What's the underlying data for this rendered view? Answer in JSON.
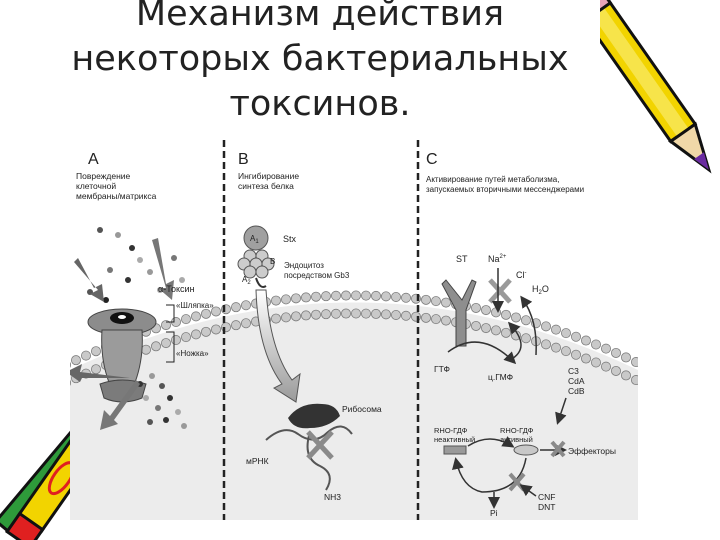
{
  "title": {
    "line1": "Механизм действия",
    "line2": "некоторых бактериальных",
    "line3": "токсинов."
  },
  "panel_a": {
    "letter": "A",
    "heading": [
      "Повреждение",
      "клеточной",
      "мембраны/матрикса"
    ],
    "toxin_label": "α-Токсин",
    "hat_label": "«Шляпка»",
    "stem_label": "«Ножка»"
  },
  "panel_b": {
    "letter": "B",
    "heading": [
      "Ингибирование",
      "синтеза белка"
    ],
    "a1": "A",
    "a1_sub": "1",
    "stx": "Stx",
    "b": "B",
    "a2": "A",
    "a2_sub": "2",
    "endocytosis": [
      "Эндоцитоз",
      "посредством Gb3"
    ],
    "ribosome": "Рибосома",
    "mrna": "мРНК",
    "nh3": "NH3"
  },
  "panel_c": {
    "letter": "C",
    "heading": [
      "Активирование путей метаболизма,",
      "запускаемых вторичными мессенджерами"
    ],
    "st": "ST",
    "na": "Na",
    "na_sup": "2+",
    "cl": "Cl",
    "cl_sup": "-",
    "h2o": "H",
    "h2o_sub": "2",
    "h2o_o": "O",
    "gtp": "ГТФ",
    "cgmp": "ц.ГМФ",
    "c3_labels": [
      "C3",
      "CdA",
      "CdB"
    ],
    "rho_inactive": [
      "RHO-ГДФ",
      "неактивный"
    ],
    "rho_active": [
      "RHO-ГДФ",
      "активный"
    ],
    "effectors": "Эффекторы",
    "pi": "Pi",
    "cnf": [
      "CNF",
      "DNT"
    ]
  }
}
